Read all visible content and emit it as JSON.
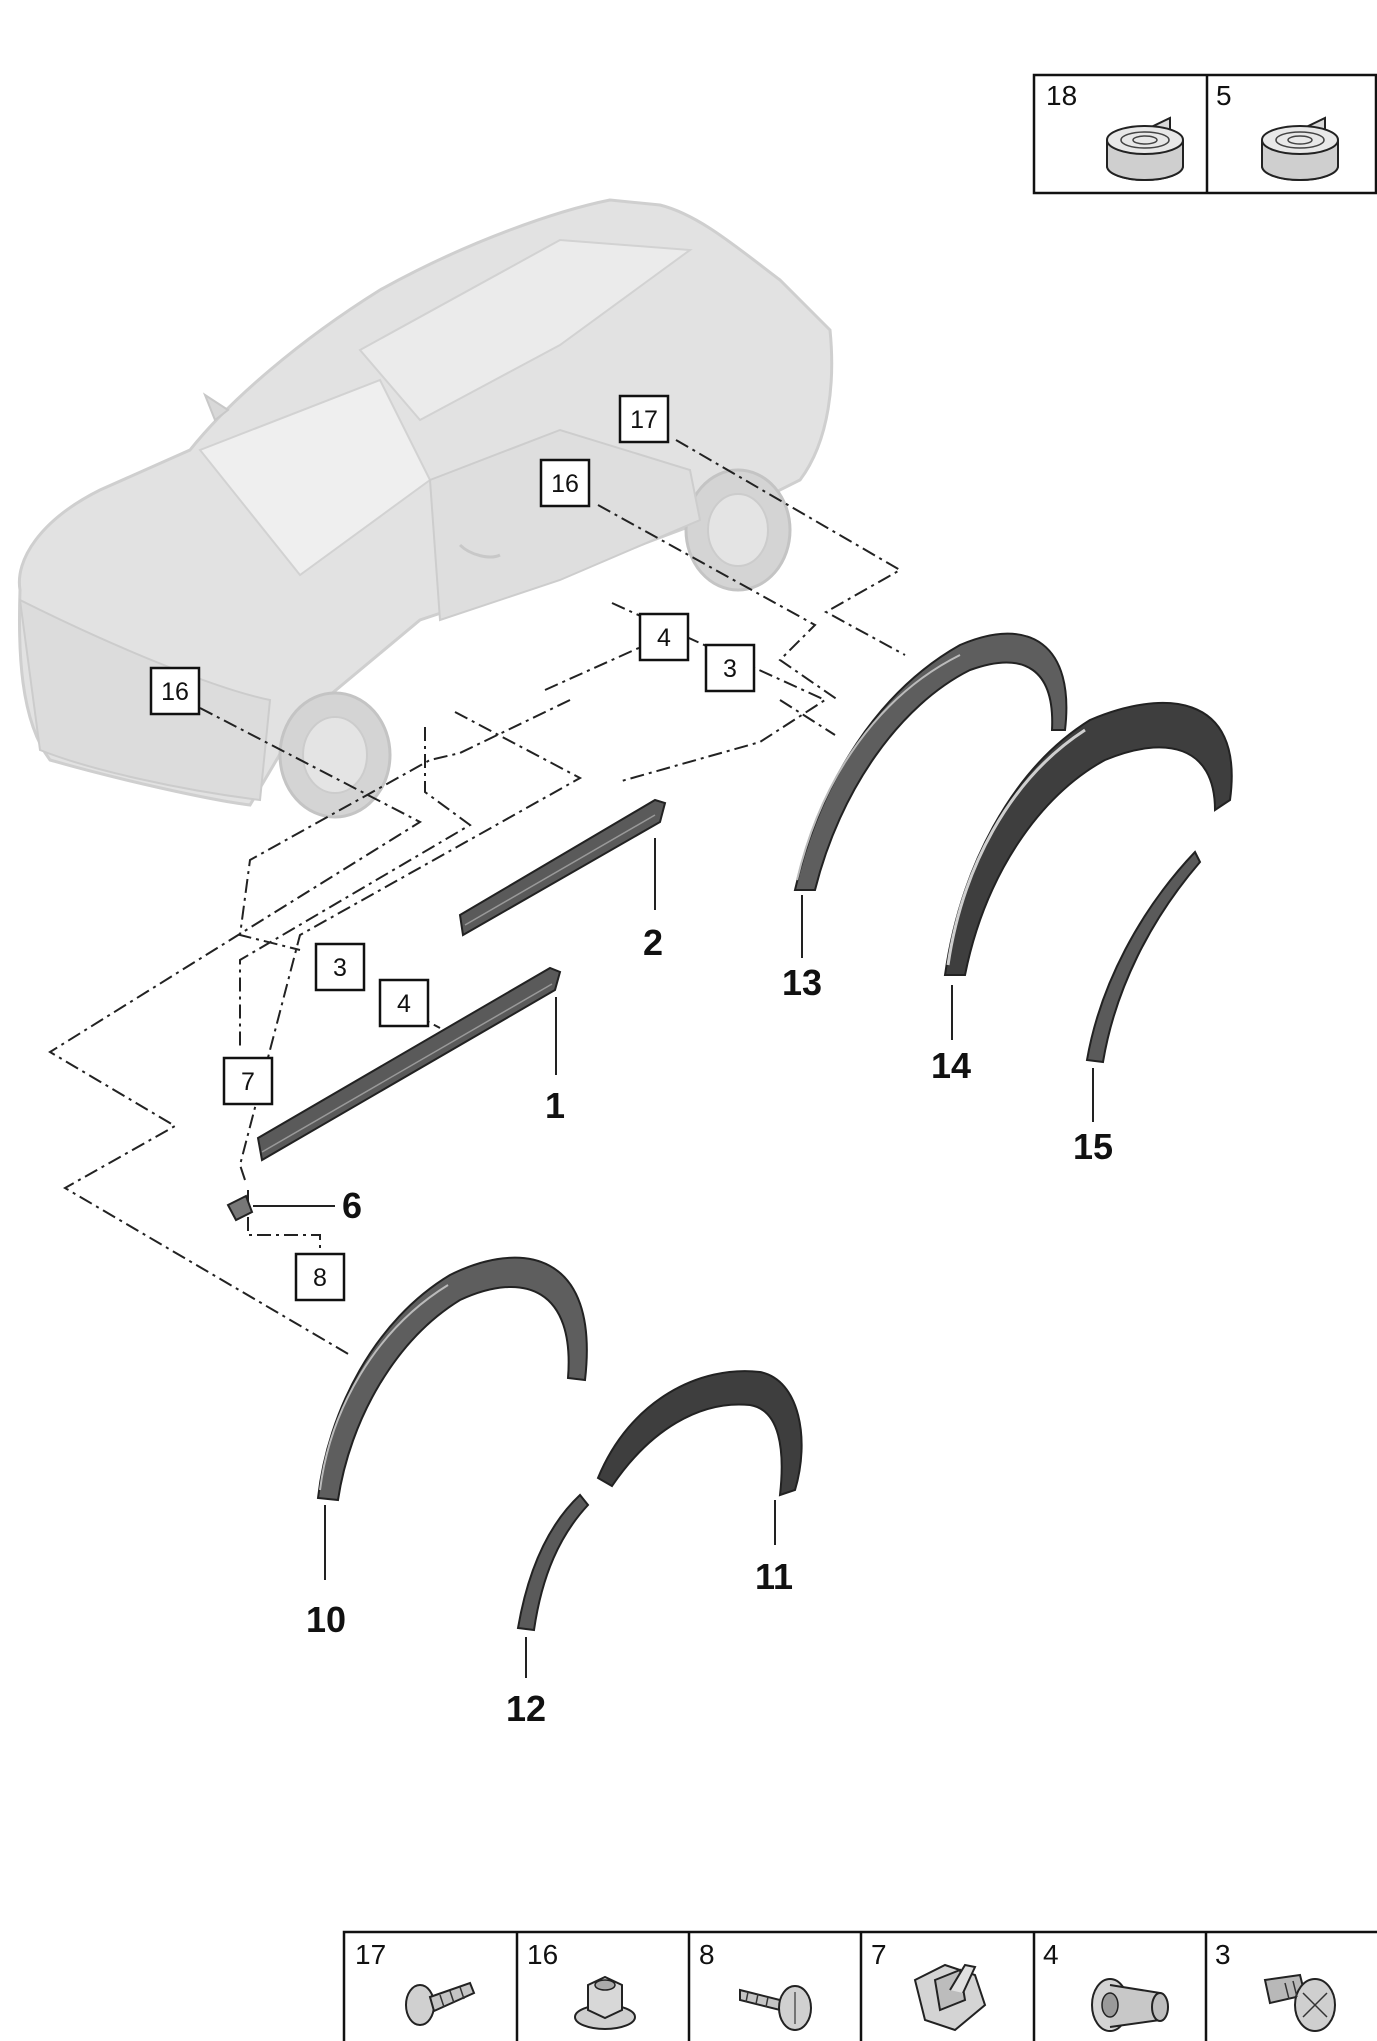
{
  "callouts": {
    "c1": "1",
    "c2": "2",
    "c6": "6",
    "c10": "10",
    "c11": "11",
    "c12": "12",
    "c13": "13",
    "c14": "14",
    "c15": "15"
  },
  "boxed_refs": {
    "b17": "17",
    "b16a": "16",
    "b4a": "4",
    "b3a": "3",
    "b16b": "16",
    "b3b": "3",
    "b4b": "4",
    "b7": "7",
    "b8": "8"
  },
  "legend_top": [
    {
      "num": "18",
      "icon": "adhesive-tape-roll-icon"
    },
    {
      "num": "5",
      "icon": "adhesive-tape-roll-icon"
    }
  ],
  "legend_bottom": [
    {
      "num": "17",
      "icon": "screw-icon"
    },
    {
      "num": "16",
      "icon": "hex-nut-icon"
    },
    {
      "num": "8",
      "icon": "screw-icon"
    },
    {
      "num": "7",
      "icon": "clip-icon"
    },
    {
      "num": "4",
      "icon": "grommet-icon"
    },
    {
      "num": "3",
      "icon": "expansion-rivet-icon"
    }
  ]
}
